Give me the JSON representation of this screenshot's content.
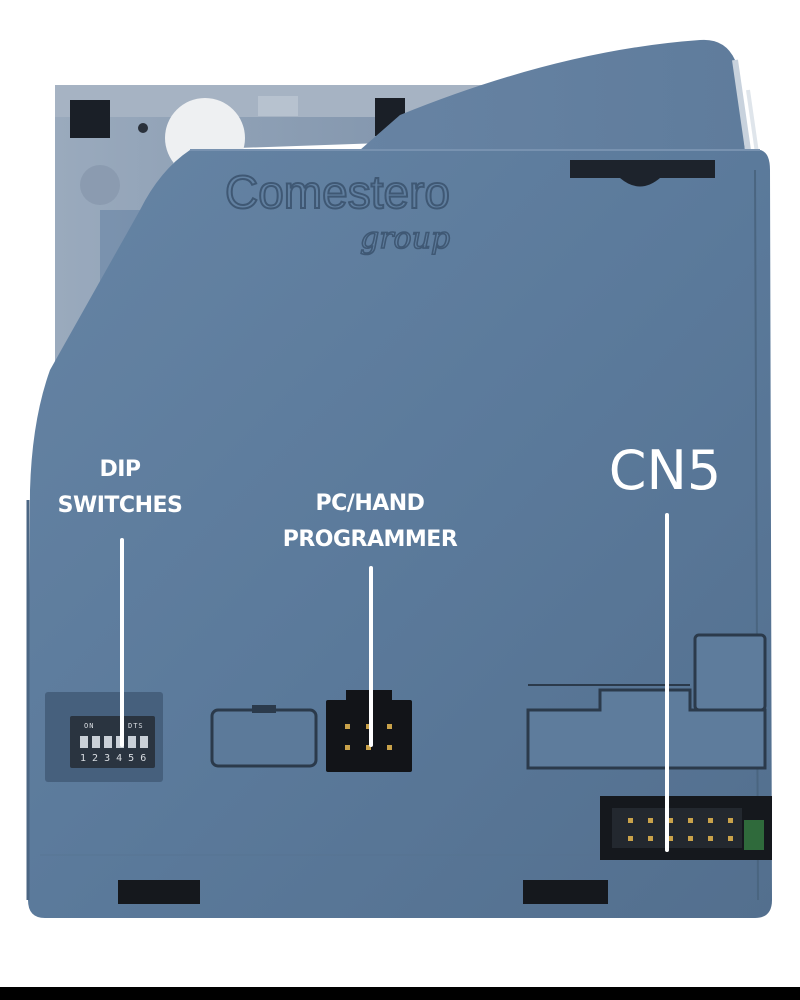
{
  "photo": {
    "subject": "coin-validator-rear-panel",
    "colors": {
      "housing": "#5b7a9b",
      "housing_dark": "#4a6785",
      "housing_light": "#6f8cab",
      "back_plate": "#8e9fb4",
      "label_text": "#ffffff"
    }
  },
  "logo": {
    "brand": "Comestero",
    "tagline": "group"
  },
  "labels": {
    "dip": [
      "DIP",
      "SWITCHES"
    ],
    "pc": [
      "PC/HAND",
      "PROGRAMMER"
    ],
    "cn5": "CN5"
  },
  "dip_switch": {
    "on_text": "ON",
    "dts_text": "DTS",
    "numbers": "1 2 3 4 5 6"
  }
}
